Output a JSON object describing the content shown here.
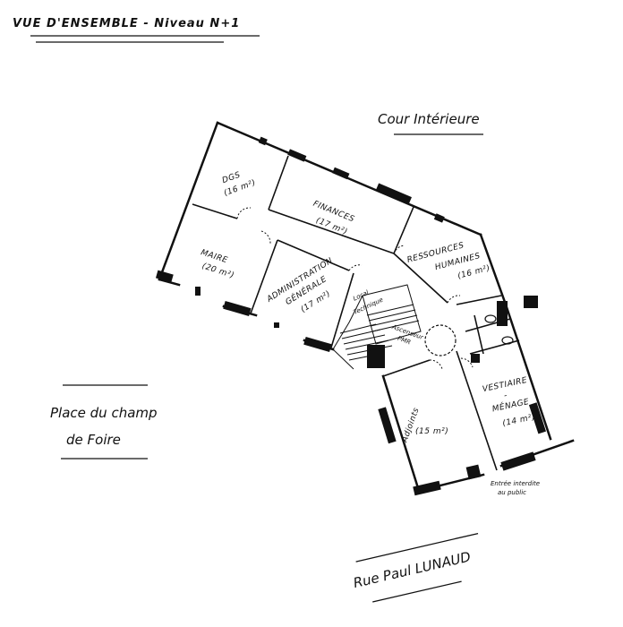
{
  "header": {
    "title": "VUE D'ENSEMBLE - Niveau N+1"
  },
  "streets": {
    "courtyard": "Cour Intérieure",
    "square_line1": "Place du champ",
    "square_line2": "de Foire",
    "street": "Rue Paul LUNAUD"
  },
  "rooms": {
    "dgs": {
      "name": "DGS",
      "area": "(16 m²)"
    },
    "finances": {
      "name": "FINANCES",
      "area": "(17 m²)"
    },
    "maire": {
      "name": "MAIRE",
      "area": "(20 m²)"
    },
    "administration": {
      "name1": "ADMINISTRATION",
      "name2": "GÉNÉRALE",
      "area": "(17 m²)"
    },
    "rh": {
      "name1": "RESSOURCES",
      "name2": "HUMAINES",
      "area": "(16 m²)"
    },
    "local": {
      "name1": "Local",
      "name2": "Technique"
    },
    "ascenseur": {
      "name1": "Ascenseur",
      "name2": "PMR"
    },
    "adjoints": {
      "name": "Adjoints",
      "area": "(15 m²)"
    },
    "vestiaire": {
      "name1": "VESTIAIRE",
      "name2": "-",
      "name3": "MÉNAGE",
      "area": "(14 m²)"
    }
  },
  "notes": {
    "entry_line1": "Entrée interdite",
    "entry_line2": "au public"
  }
}
